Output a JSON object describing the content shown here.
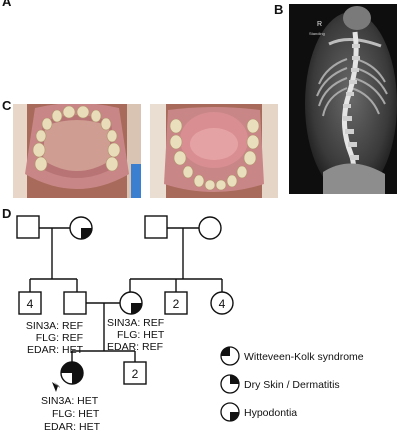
{
  "panels": {
    "a": "A",
    "b": "B",
    "c": "C",
    "d": "D"
  },
  "xray": {
    "marker_r": "R",
    "marker_sub": "Standing"
  },
  "pedigree": {
    "numbered": {
      "gen2_left": "4",
      "gen2_right_sib": "2",
      "gen2_far_right": "4",
      "gen3_sib": "2"
    },
    "father": [
      "SIN3A: REF",
      "FLG: REF",
      "EDAR: HET"
    ],
    "mother": [
      "SIN3A: REF",
      "FLG: HET",
      "EDAR: REF"
    ],
    "proband": [
      "SIN3A: HET",
      "FLG: HET",
      "EDAR: HET"
    ]
  },
  "legend": [
    {
      "label": "Witteveen-Kolk syndrome"
    },
    {
      "label": "Dry Skin / Dermatitis"
    },
    {
      "label": "Hypodontia"
    }
  ],
  "colors": {
    "line": "#111111",
    "fill": "#111111",
    "xray_bg": "#0e0e0e",
    "gum": "#c98686"
  }
}
